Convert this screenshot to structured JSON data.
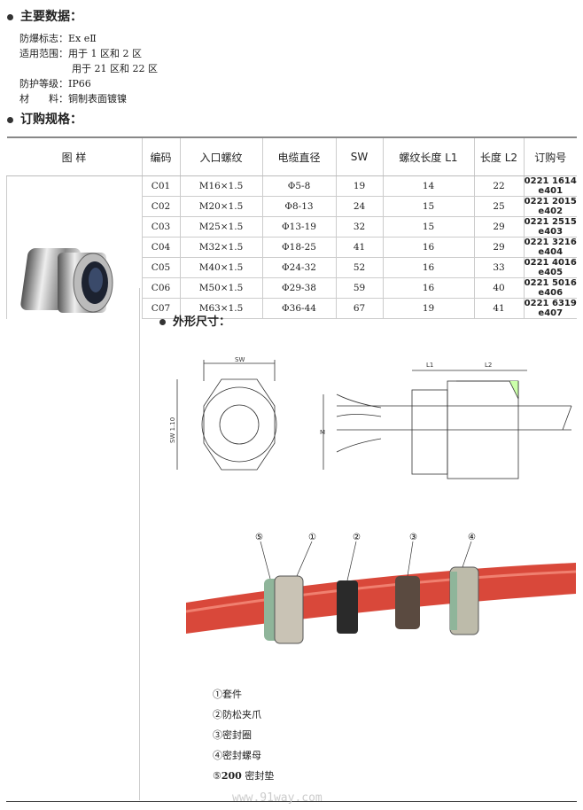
{
  "main_data": {
    "heading": "主要数据：",
    "items": [
      {
        "label": "防爆标志：",
        "value": "Ex eⅡ"
      },
      {
        "label": "适用范围：",
        "value": "用于 1 区和 2 区"
      },
      {
        "label": "",
        "value": "用于 21 区和 22 区"
      },
      {
        "label": "防护等级：",
        "value": "IP66"
      },
      {
        "label": "材　　料：",
        "value": "铜制表面镀镍"
      }
    ]
  },
  "order_spec": {
    "heading": "订购规格：",
    "headers": [
      "图 样",
      "编码",
      "入口螺纹",
      "电缆直径",
      "SW",
      "螺纹长度 L1",
      "长度 L2",
      "订购号"
    ],
    "rows": [
      [
        "C01",
        "M16×1.5",
        "Φ5-8",
        "19",
        "14",
        "22",
        "0221 1614 e401"
      ],
      [
        "C02",
        "M20×1.5",
        "Φ8-13",
        "24",
        "15",
        "25",
        "0221 2015 e402"
      ],
      [
        "C03",
        "M25×1.5",
        "Φ13-19",
        "32",
        "15",
        "29",
        "0221 2515 e403"
      ],
      [
        "C04",
        "M32×1.5",
        "Φ18-25",
        "41",
        "16",
        "29",
        "0221 3216 e404"
      ],
      [
        "C05",
        "M40×1.5",
        "Φ24-32",
        "52",
        "16",
        "33",
        "0221 4016 e405"
      ],
      [
        "C06",
        "M50×1.5",
        "Φ29-38",
        "59",
        "16",
        "40",
        "0221 5016 e406"
      ],
      [
        "C07",
        "M63×1.5",
        "Φ36-44",
        "67",
        "19",
        "41",
        "0221 6319 e407"
      ]
    ]
  },
  "dimensions": {
    "heading": "外形尺寸：",
    "labels": {
      "sw": "SW",
      "sw_110": "SW 1.10",
      "l1": "L1",
      "l2": "L2",
      "m": "M"
    }
  },
  "parts": {
    "callouts": [
      "⑤",
      "①",
      "②",
      "③",
      "④"
    ],
    "legend": [
      {
        "num": "①",
        "text": "套件"
      },
      {
        "num": "②",
        "text": "防松夹爪"
      },
      {
        "num": "③",
        "text": "密封圈"
      },
      {
        "num": "④",
        "text": "密封螺母"
      },
      {
        "num": "⑤",
        "bold": "200",
        "text": "密封垫"
      }
    ]
  },
  "watermark": "www.91way.com"
}
